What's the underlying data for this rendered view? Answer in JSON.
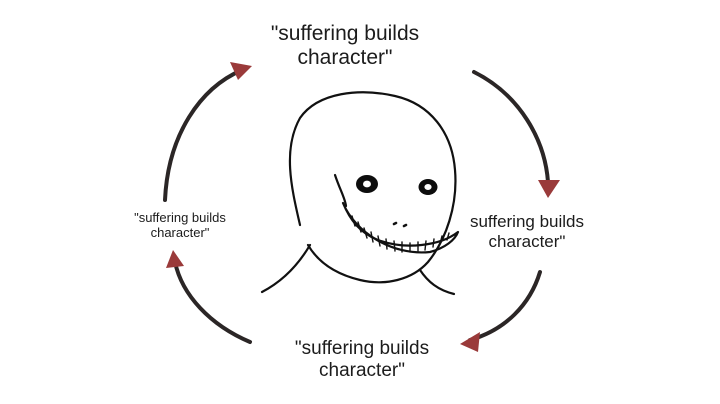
{
  "captions": {
    "top": "\"suffering builds\ncharacter\"",
    "right": "suffering builds\ncharacter\"",
    "bottom": "\"suffering builds\ncharacter\"",
    "left": "\"suffering builds\ncharacter\""
  },
  "colors": {
    "arrow_shaft": "#2b2626",
    "arrow_head": "#9a3a3a",
    "line": "#111111",
    "background": "#ffffff"
  },
  "icons": {
    "character": "wojak-grin-face-icon",
    "cycle": "circular-arrow-icon"
  }
}
